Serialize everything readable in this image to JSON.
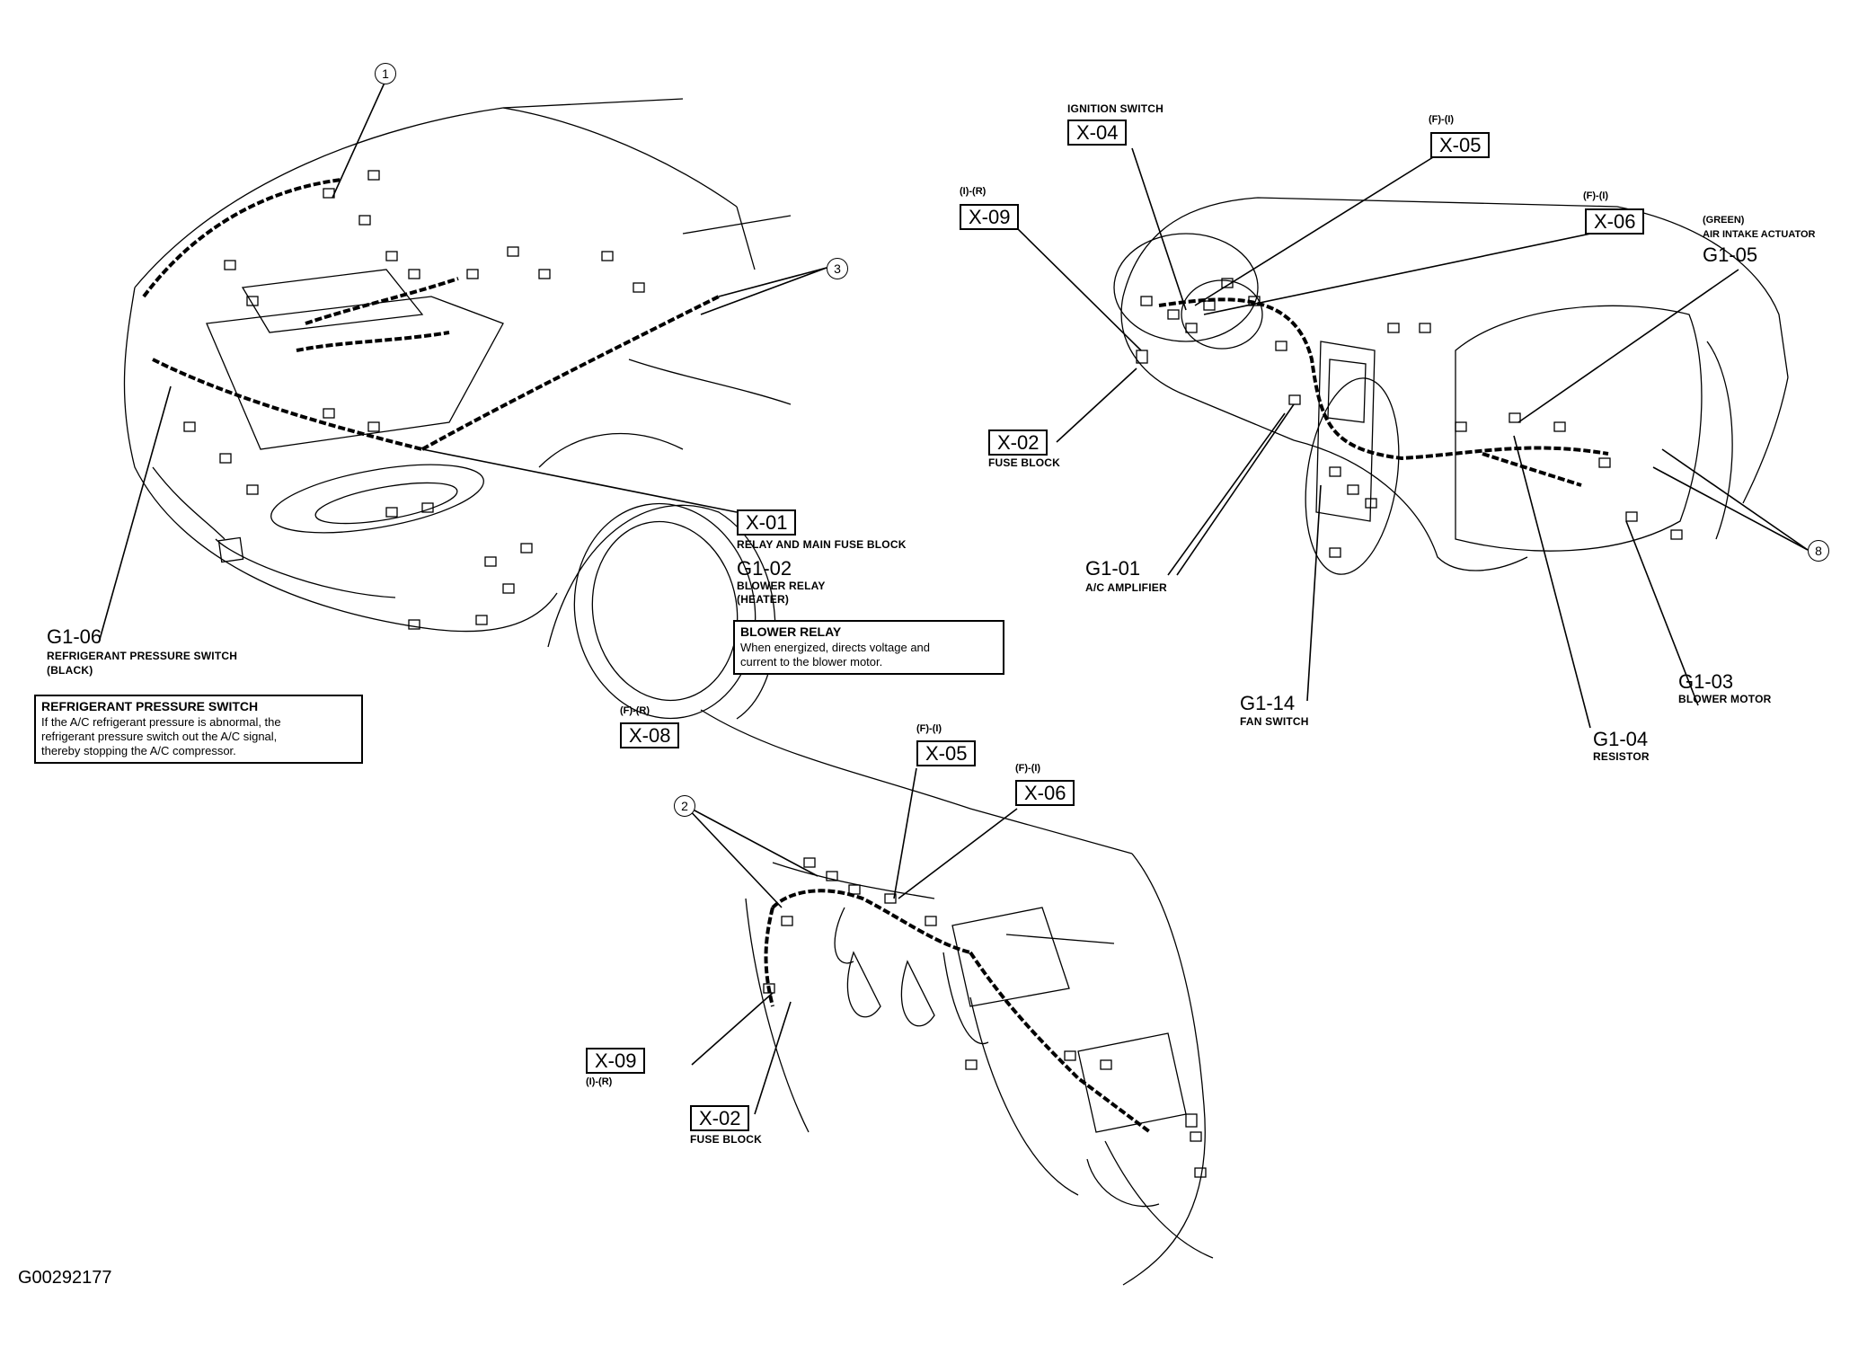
{
  "figure_id": "G00292177",
  "callouts": {
    "c1": "1",
    "c2": "2",
    "c3": "3",
    "c8": "8"
  },
  "engine_view": {
    "x01": {
      "code": "X-01",
      "desc": "RELAY AND MAIN FUSE BLOCK"
    },
    "g102": {
      "code": "G1-02",
      "desc1": "BLOWER RELAY",
      "desc2": "(HEATER)"
    },
    "g106": {
      "code": "G1-06",
      "desc1": "REFRIGERANT PRESSURE SWITCH",
      "desc2": "(BLACK)"
    },
    "note_blower": {
      "title": "BLOWER RELAY",
      "line1": "When energized, directs voltage and",
      "line2": "current to the blower motor."
    },
    "note_refrig": {
      "title": "REFRIGERANT PRESSURE SWITCH",
      "line1": "If the A/C refrigerant pressure is abnormal, the",
      "line2": "refrigerant pressure switch out the A/C signal,",
      "line3": "thereby stopping the A/C compressor."
    }
  },
  "dash_view": {
    "x04": {
      "code": "X-04",
      "desc": "IGNITION SWITCH"
    },
    "x05": {
      "code": "X-05",
      "tag": "(F)-(I)"
    },
    "x06": {
      "code": "X-06",
      "tag": "(F)-(I)"
    },
    "x09": {
      "code": "X-09",
      "tag": "(I)-(R)"
    },
    "x02": {
      "code": "X-02",
      "desc": "FUSE BLOCK"
    },
    "g105": {
      "code": "G1-05",
      "desc1": "(GREEN)",
      "desc2": "AIR INTAKE ACTUATOR"
    },
    "g101": {
      "code": "G1-01",
      "desc": "A/C AMPLIFIER"
    },
    "g114": {
      "code": "G1-14",
      "desc": "FAN SWITCH"
    },
    "g104": {
      "code": "G1-04",
      "desc": "RESISTOR"
    },
    "g103": {
      "code": "G1-03",
      "desc": "BLOWER MOTOR"
    }
  },
  "lower_view": {
    "x08": {
      "code": "X-08",
      "tag": "(F)-(R)"
    },
    "x05": {
      "code": "X-05",
      "tag": "(F)-(I)"
    },
    "x06": {
      "code": "X-06",
      "tag": "(F)-(I)"
    },
    "x09": {
      "code": "X-09",
      "tag": "(I)-(R)"
    },
    "x02": {
      "code": "X-02",
      "desc": "FUSE BLOCK"
    }
  }
}
